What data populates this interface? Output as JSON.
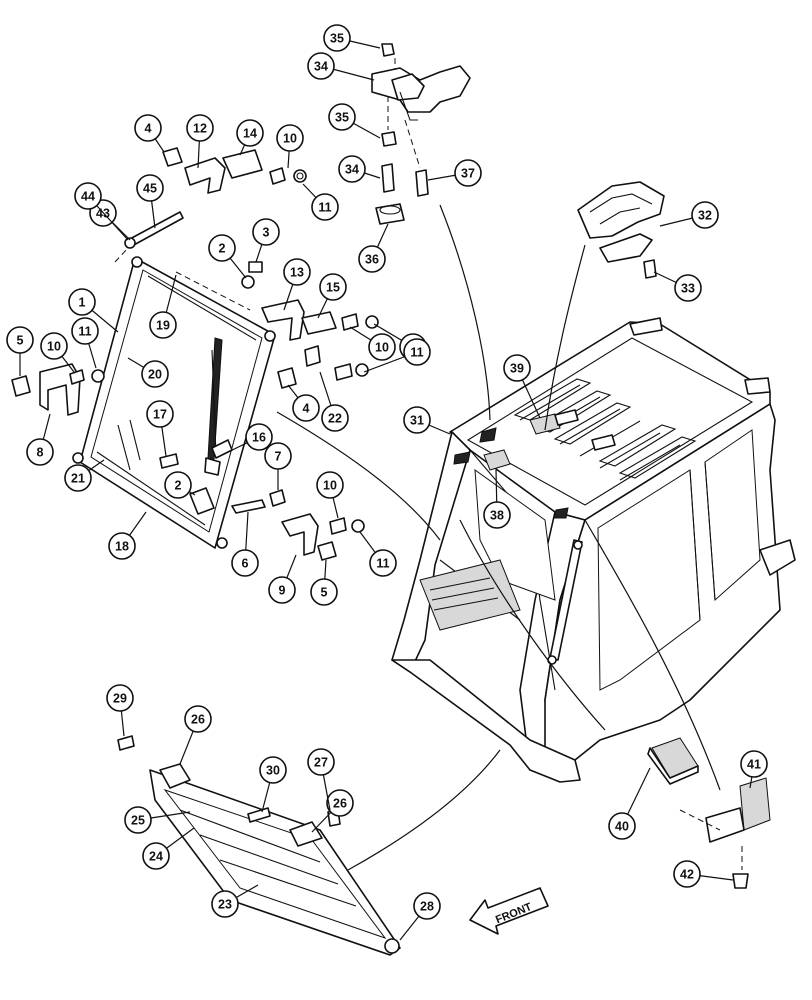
{
  "callouts": [
    {
      "id": "c1",
      "label": "1"
    },
    {
      "id": "c2a",
      "label": "2"
    },
    {
      "id": "c2b",
      "label": "2"
    },
    {
      "id": "c3",
      "label": "3"
    },
    {
      "id": "c4a",
      "label": "4"
    },
    {
      "id": "c4b",
      "label": "4"
    },
    {
      "id": "c5a",
      "label": "5"
    },
    {
      "id": "c5b",
      "label": "5"
    },
    {
      "id": "c6",
      "label": "6"
    },
    {
      "id": "c7",
      "label": "7"
    },
    {
      "id": "c8",
      "label": "8"
    },
    {
      "id": "c9",
      "label": "9"
    },
    {
      "id": "c10a",
      "label": "10"
    },
    {
      "id": "c10b",
      "label": "10"
    },
    {
      "id": "c10c",
      "label": "10"
    },
    {
      "id": "c10d",
      "label": "10"
    },
    {
      "id": "c11a",
      "label": "11"
    },
    {
      "id": "c11b",
      "label": "11"
    },
    {
      "id": "c11c",
      "label": "11"
    },
    {
      "id": "c11d",
      "label": "11"
    },
    {
      "id": "c11e",
      "label": "11"
    },
    {
      "id": "c12",
      "label": "12"
    },
    {
      "id": "c13",
      "label": "13"
    },
    {
      "id": "c14",
      "label": "14"
    },
    {
      "id": "c15",
      "label": "15"
    },
    {
      "id": "c16",
      "label": "16"
    },
    {
      "id": "c17",
      "label": "17"
    },
    {
      "id": "c18",
      "label": "18"
    },
    {
      "id": "c19",
      "label": "19"
    },
    {
      "id": "c20",
      "label": "20"
    },
    {
      "id": "c21",
      "label": "21"
    },
    {
      "id": "c22",
      "label": "22"
    },
    {
      "id": "c23",
      "label": "23"
    },
    {
      "id": "c24",
      "label": "24"
    },
    {
      "id": "c25",
      "label": "25"
    },
    {
      "id": "c26a",
      "label": "26"
    },
    {
      "id": "c26b",
      "label": "26"
    },
    {
      "id": "c27",
      "label": "27"
    },
    {
      "id": "c28",
      "label": "28"
    },
    {
      "id": "c29",
      "label": "29"
    },
    {
      "id": "c30",
      "label": "30"
    },
    {
      "id": "c31",
      "label": "31"
    },
    {
      "id": "c32",
      "label": "32"
    },
    {
      "id": "c33",
      "label": "33"
    },
    {
      "id": "c34a",
      "label": "34"
    },
    {
      "id": "c34b",
      "label": "34"
    },
    {
      "id": "c35a",
      "label": "35"
    },
    {
      "id": "c35b",
      "label": "35"
    },
    {
      "id": "c36",
      "label": "36"
    },
    {
      "id": "c37",
      "label": "37"
    },
    {
      "id": "c38",
      "label": "38"
    },
    {
      "id": "c39",
      "label": "39"
    },
    {
      "id": "c40",
      "label": "40"
    },
    {
      "id": "c41",
      "label": "41"
    },
    {
      "id": "c42",
      "label": "42"
    },
    {
      "id": "c43",
      "label": "43"
    },
    {
      "id": "c44",
      "label": "44"
    },
    {
      "id": "c45",
      "label": "45"
    }
  ],
  "front_label": "FRONT"
}
